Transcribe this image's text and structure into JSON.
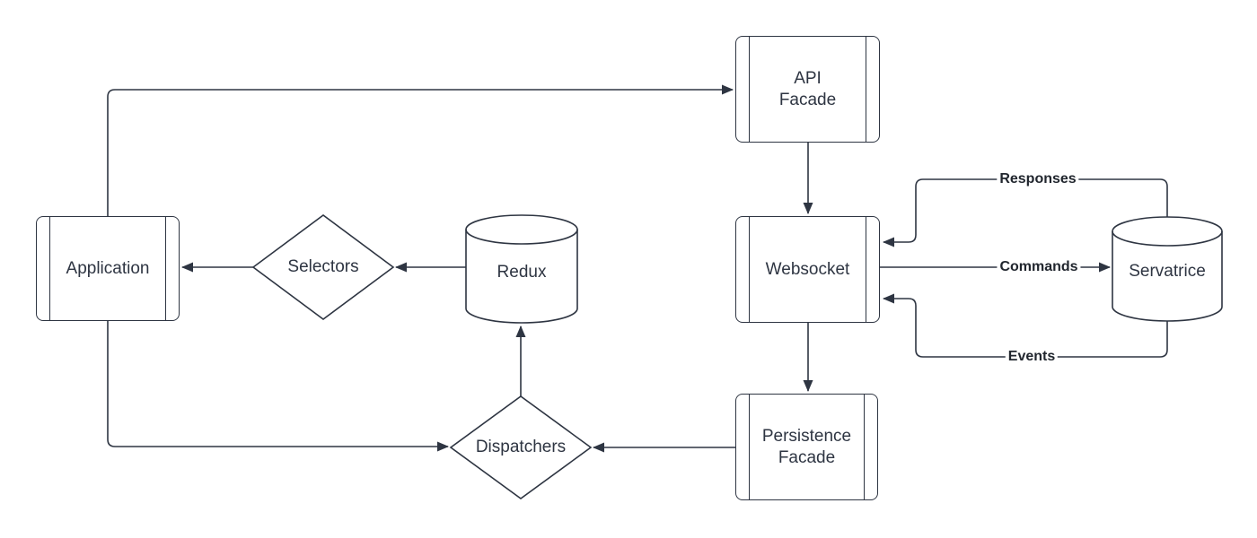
{
  "diagram": {
    "nodes": [
      {
        "id": "application",
        "label": "Application",
        "shape": "predefined-process"
      },
      {
        "id": "selectors",
        "label": "Selectors",
        "shape": "diamond"
      },
      {
        "id": "redux",
        "label": "Redux",
        "shape": "cylinder"
      },
      {
        "id": "api-facade",
        "label": "API\nFacade",
        "shape": "predefined-process"
      },
      {
        "id": "websocket",
        "label": "Websocket",
        "shape": "predefined-process"
      },
      {
        "id": "servatrice",
        "label": "Servatrice",
        "shape": "cylinder"
      },
      {
        "id": "persistence-facade",
        "label": "Persistence\nFacade",
        "shape": "predefined-process"
      },
      {
        "id": "dispatchers",
        "label": "Dispatchers",
        "shape": "diamond"
      }
    ],
    "edges": [
      {
        "from": "application",
        "to": "api-facade",
        "label": ""
      },
      {
        "from": "api-facade",
        "to": "websocket",
        "label": ""
      },
      {
        "from": "websocket",
        "to": "servatrice",
        "label": "Commands"
      },
      {
        "from": "servatrice",
        "to": "websocket",
        "label": "Responses"
      },
      {
        "from": "servatrice",
        "to": "websocket",
        "label": "Events"
      },
      {
        "from": "websocket",
        "to": "persistence-facade",
        "label": ""
      },
      {
        "from": "persistence-facade",
        "to": "dispatchers",
        "label": ""
      },
      {
        "from": "dispatchers",
        "to": "redux",
        "label": ""
      },
      {
        "from": "redux",
        "to": "selectors",
        "label": ""
      },
      {
        "from": "selectors",
        "to": "application",
        "label": ""
      },
      {
        "from": "application",
        "to": "dispatchers",
        "label": ""
      }
    ],
    "colors": {
      "background": "#ffffff",
      "stroke": "#2e3542",
      "node_text": "#2e3542",
      "edge_label_text": "#21262e"
    }
  }
}
